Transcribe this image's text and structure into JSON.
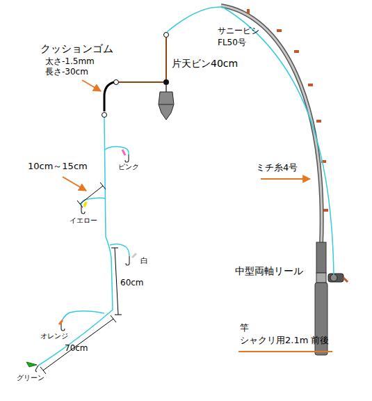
{
  "diagram": {
    "labels": [
      "クッションゴム",
      "太さ-1.5mm",
      "長さ-30cm",
      "片天ビン40cm",
      "サニービシ",
      "FL50号",
      "ミチ糸4号",
      "中型両軸リール",
      "竿",
      "シャクリ用2.1m 前後",
      "10cm～15cm",
      "ピンク",
      "イエロー",
      "白",
      "60cm",
      "オレンジ",
      "70cm",
      "グリーン"
    ]
  }
}
